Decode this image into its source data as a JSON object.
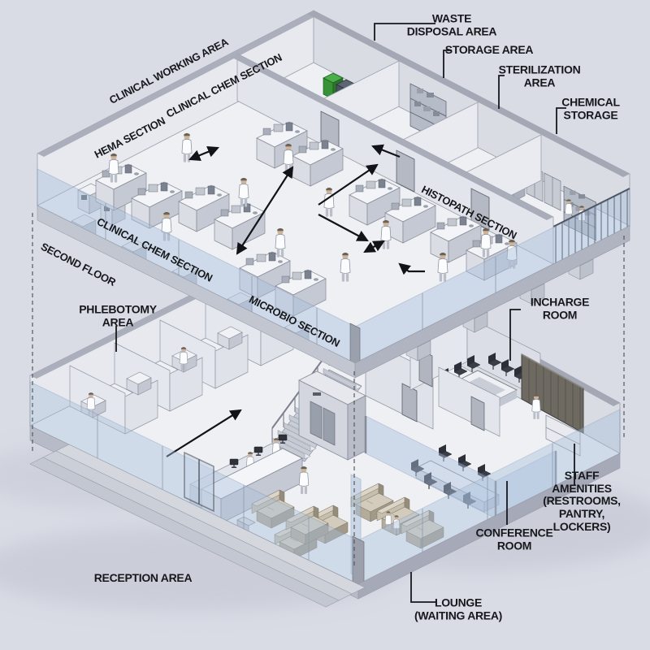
{
  "scene": {
    "type": "isometric-cutaway-floorplan",
    "subject": "two-storey clinical laboratory building"
  },
  "colors": {
    "background": "#d9dbe5",
    "floor": "#eef0f4",
    "wall_light": "#e7e9ef",
    "wall_shade": "#d9dce3",
    "slab_edge": "#c2c6d0",
    "glass": "#a9c0dc",
    "label_text": "#17181c",
    "leader_line": "#17181c",
    "arrow": "#111318",
    "waste_bin_green": "#4aae4a",
    "sofa_beige": "#d3ccbc",
    "locker_brown": "#6e6a62"
  },
  "floors": {
    "second": {
      "floor_label": "SECOND FLOOR",
      "sections": {
        "clinical_working_area": "CLINICAL WORKING AREA",
        "clinical_chem_section_wall": "CLINICAL CHEM SECTION",
        "hema_section": "HEMA SECTION",
        "clinical_chem_section_floor": "CLINICAL CHEM SECTION",
        "microbio_section": "MICROBIO SECTION",
        "histopath_section": "HISTOPATH SECTION",
        "waste_disposal_area": "WASTE\nDISPOSAL AREA",
        "storage_area": "STORAGE AREA",
        "sterilization_area": "STERILIZATION\nAREA",
        "chemical_storage": "CHEMICAL\nSTORAGE"
      }
    },
    "ground": {
      "areas": {
        "phlebotomy_area": "PHLEBOTOMY\nAREA",
        "incharge_room": "INCHARGE ROOM",
        "staff_amenities": "STAFF AMENITIES\n(RESTROOMS, PANTRY,\nLOCKERS)",
        "conference_room": "CONFERENCE\nROOM",
        "reception_area": "RECEPTION AREA",
        "lounge": "LOUNGE\n(WAITING AREA)"
      }
    }
  }
}
